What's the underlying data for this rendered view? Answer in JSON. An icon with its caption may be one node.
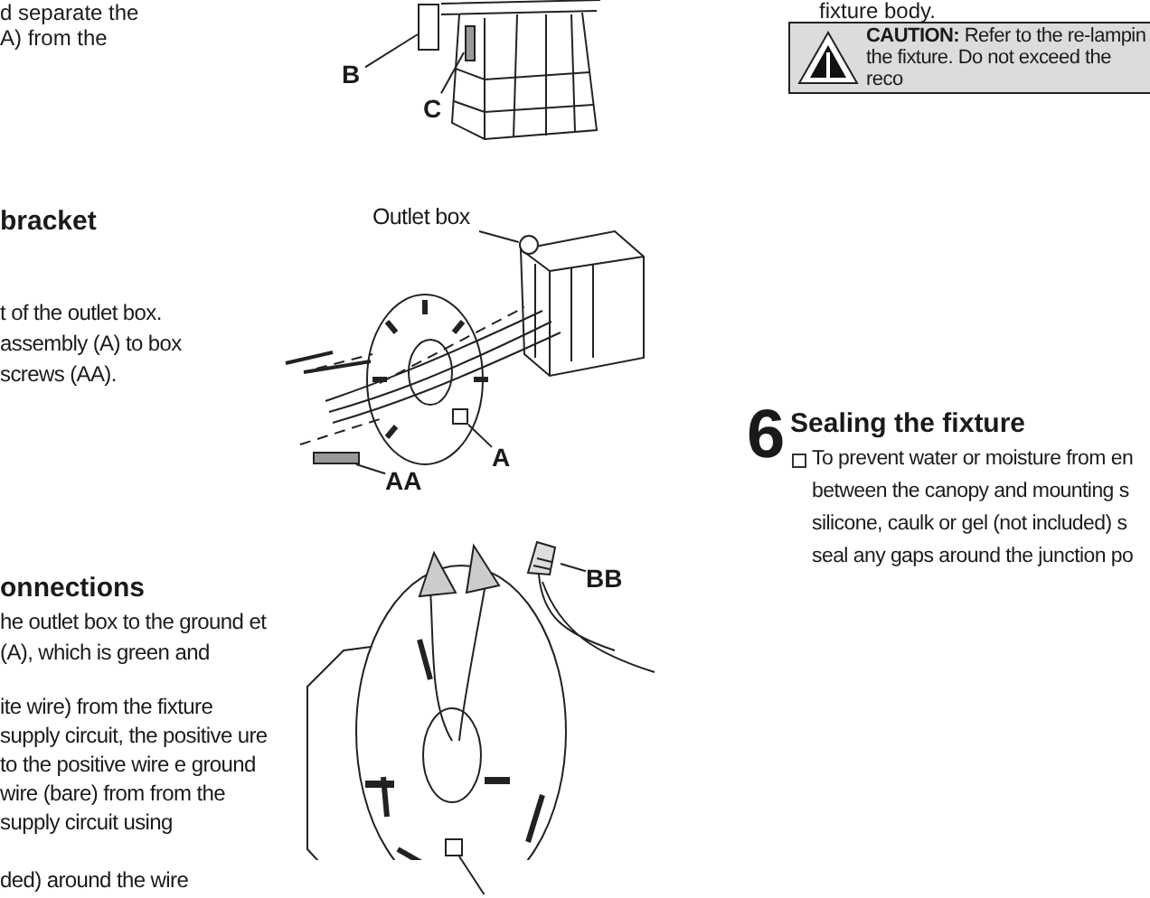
{
  "diagram": {
    "nodes": [
      {
        "text": [
          "B"
        ]
      },
      {
        "text": [],
        "shape": "box"
      },
      {
        "text": [
          "C"
        ]
      },
      {
        "text": [],
        "shape": "bar"
      },
      {
        "text": [
          "Outlet box"
        ]
      },
      {
        "text": [],
        "shape": "circle"
      },
      {
        "text": [
          "A"
        ]
      },
      {
        "text": [],
        "shape": "box"
      },
      {
        "text": [
          "AA"
        ]
      },
      {
        "text": [],
        "shape": "bar"
      },
      {
        "text": [
          "BB"
        ]
      },
      {
        "text": [],
        "shape": "cylinder"
      },
      {
        "text": [],
        "shape": "box"
      },
      {
        "text": [
          "**CAUTION:** Refer to the re-lampin the fixture. Do not exceed the reco"
        ]
      }
    ],
    "edges": [
      {
        "from": 0,
        "to": 1,
        "arrow": "none"
      },
      {
        "from": 2,
        "to": 3,
        "arrow": "none"
      },
      {
        "from": 4,
        "to": 5,
        "arrow": "none"
      },
      {
        "from": 6,
        "to": 7,
        "arrow": "none"
      },
      {
        "from": 8,
        "to": 9,
        "arrow": "none"
      },
      {
        "from": 10,
        "to": 11,
        "arrow": "none"
      },
      {
        "from": null,
        "to": 12,
        "arrow": "none"
      }
    ],
    "labels": [
      "d separate the",
      "A) from the",
      "fixture body.",
      "bracket",
      "t of the outlet box. assembly (A) to box screws (AA).",
      "6",
      "Sealing the fixture",
      "To prevent water or moisture from en between the canopy and mounting s silicone, caulk or gel (not included) s seal any gaps around the junction po",
      "onnections",
      "he outlet box to the ground et (A), which is green and",
      "ite wire) from the fixture supply circuit, the positive ure to the positive wire e ground wire (bare) from from the supply circuit using",
      "ded) around the wire"
    ]
  }
}
